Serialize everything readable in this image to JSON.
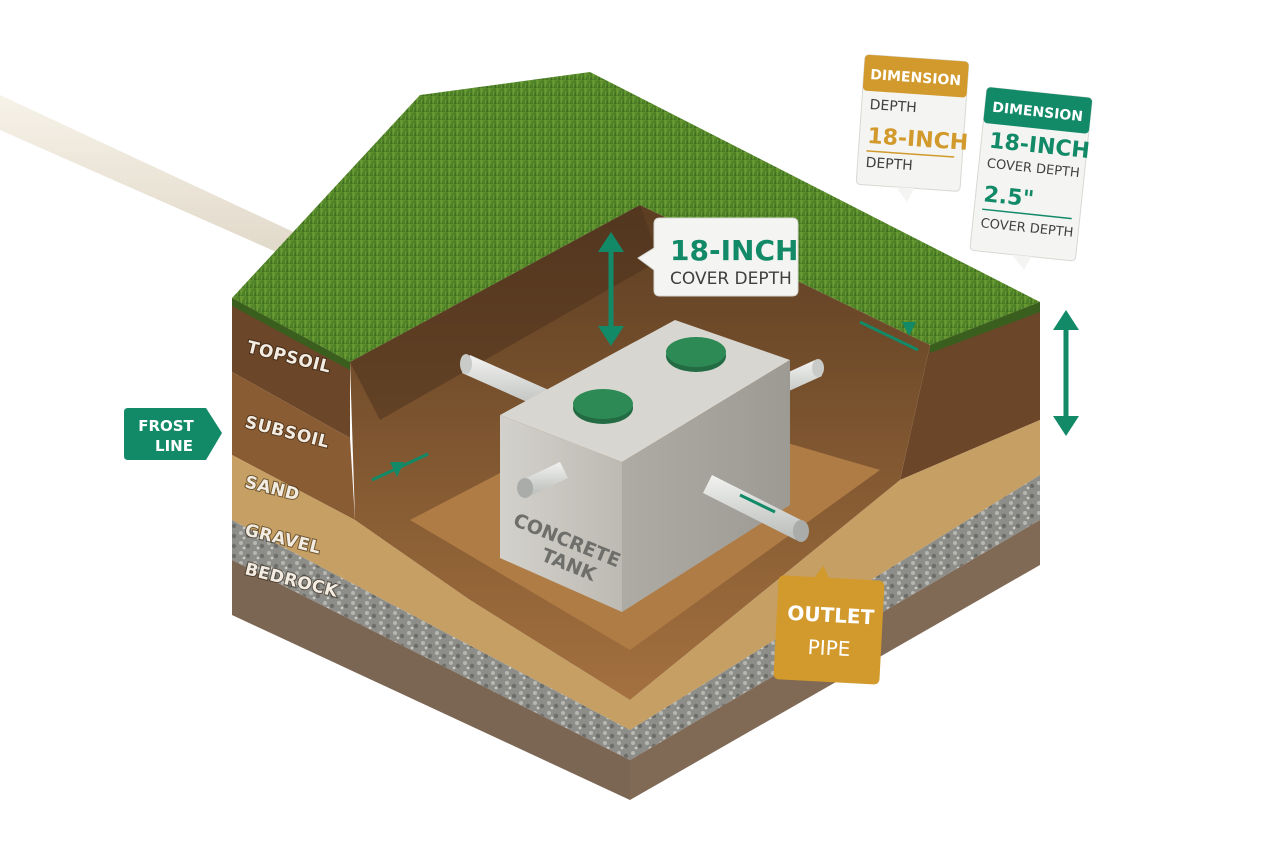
{
  "strata_labels": {
    "topsoil": "TOPSOIL",
    "subsoil": "SUBSOIL",
    "sand": "SAND",
    "gravel": "GRAVEL",
    "bedrock": "BEDROCK"
  },
  "frost_tag": {
    "line1": "FROST",
    "line2": "LINE"
  },
  "cover_callout": {
    "value": "18-INCH",
    "label": "COVER DEPTH"
  },
  "tank_label": {
    "line1": "CONCRETE",
    "line2": "TANK"
  },
  "outlet_tag": {
    "line1": "OUTLET",
    "line2": "PIPE"
  },
  "dimension_card_orange": {
    "header": "DIMENSION",
    "line1": "DEPTH",
    "value": "18-INCH",
    "line2": "DEPTH"
  },
  "dimension_card_green": {
    "header": "DIMENSION",
    "value1": "18-INCH",
    "label1": "COVER DEPTH",
    "value2": "2.5\"",
    "label2": "COVER DEPTH"
  },
  "colors": {
    "accent_green": "#128a68",
    "accent_orange": "#d29a2c",
    "lid_green": "#2e8a55",
    "grass": "#5a8a2e",
    "concrete": "#c9c7c1"
  }
}
